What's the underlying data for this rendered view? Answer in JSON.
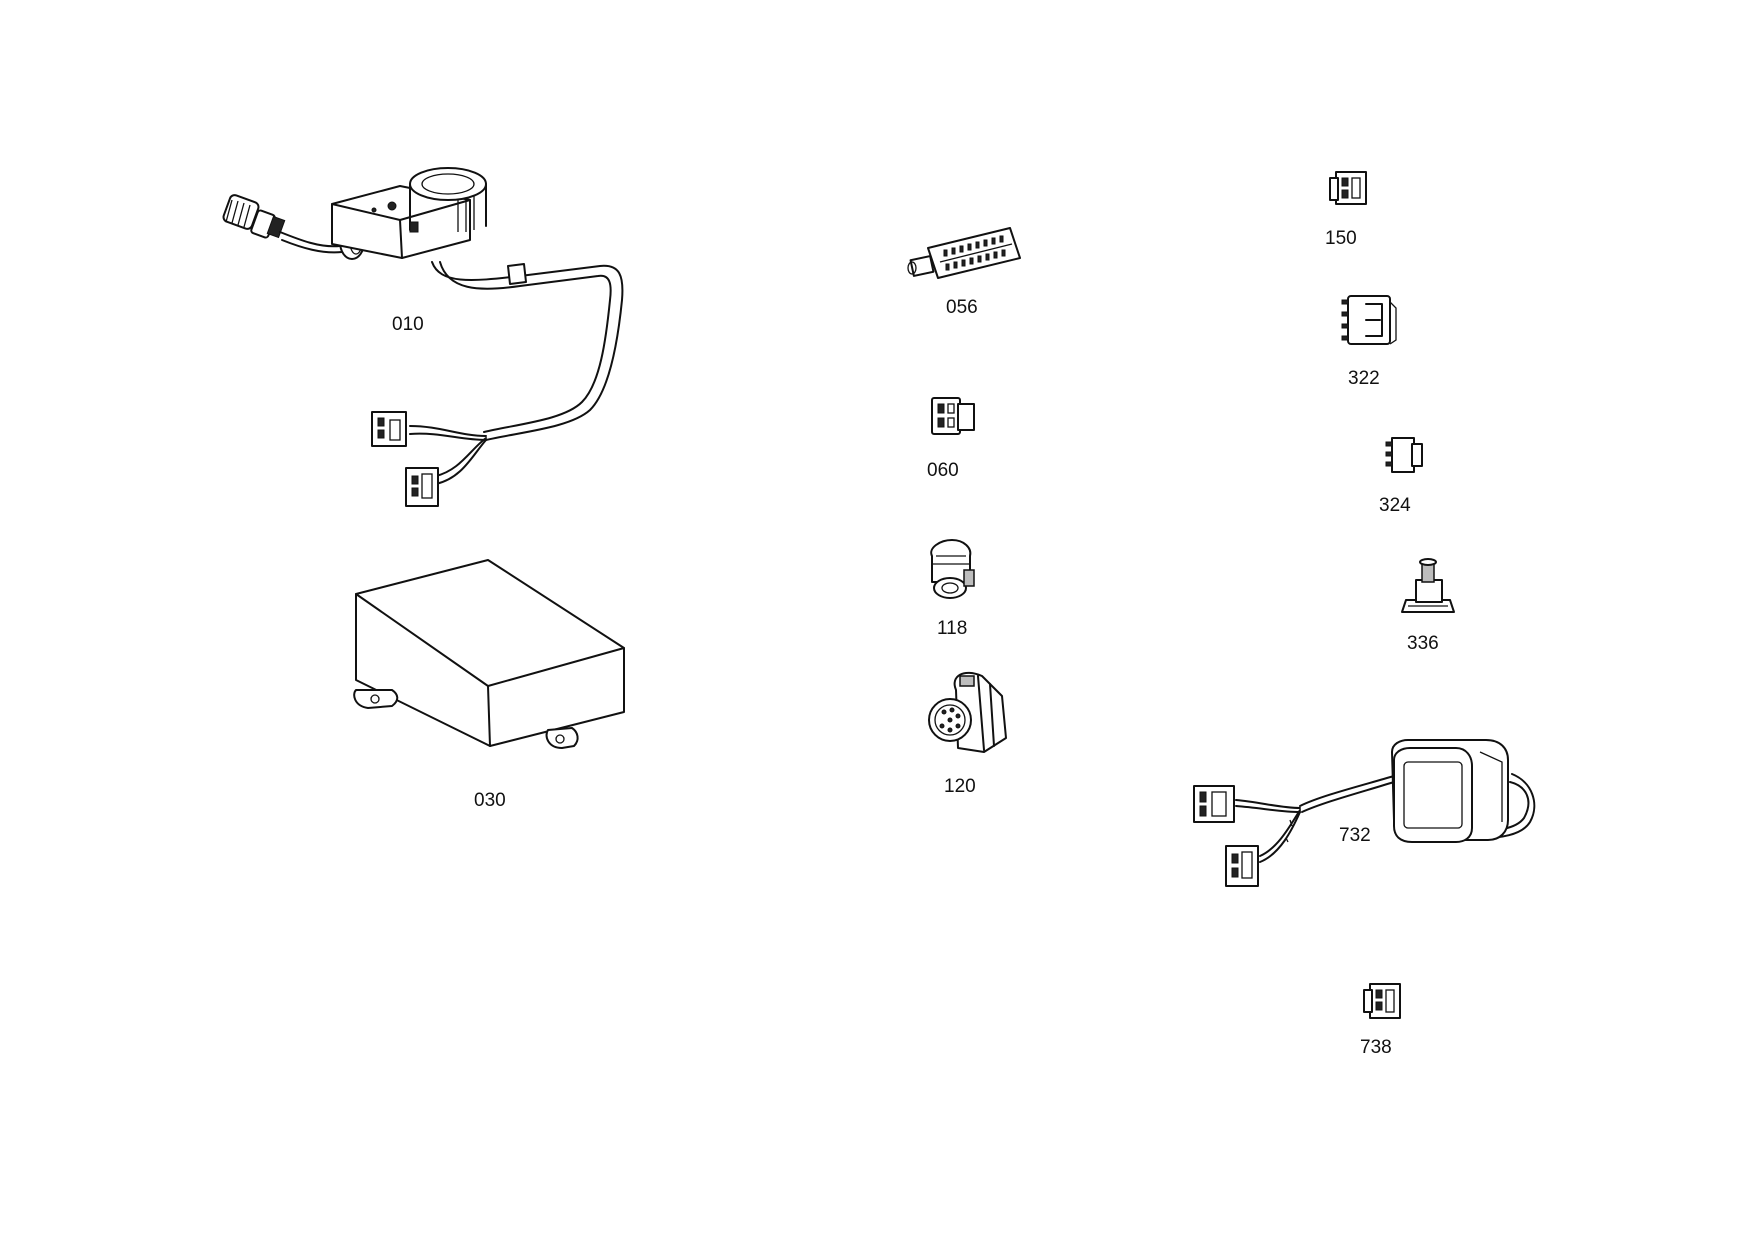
{
  "parts": [
    {
      "id": "p010",
      "label": "010",
      "name": "sensor-with-cable-harness"
    },
    {
      "id": "p030",
      "label": "030",
      "name": "control-box"
    },
    {
      "id": "p056",
      "label": "056",
      "name": "multi-pin-connector"
    },
    {
      "id": "p060",
      "label": "060",
      "name": "plug-housing"
    },
    {
      "id": "p118",
      "label": "118",
      "name": "round-connector"
    },
    {
      "id": "p120",
      "label": "120",
      "name": "circular-connector"
    },
    {
      "id": "p150",
      "label": "150",
      "name": "small-plug"
    },
    {
      "id": "p322",
      "label": "322",
      "name": "flat-connector"
    },
    {
      "id": "p324",
      "label": "324",
      "name": "socket-housing"
    },
    {
      "id": "p336",
      "label": "336",
      "name": "pressure-switch"
    },
    {
      "id": "p732",
      "label": "732",
      "name": "display-unit-with-harness"
    },
    {
      "id": "p738",
      "label": "738",
      "name": "small-plug"
    }
  ],
  "colors": {
    "line": "#111111",
    "background": "#ffffff"
  }
}
